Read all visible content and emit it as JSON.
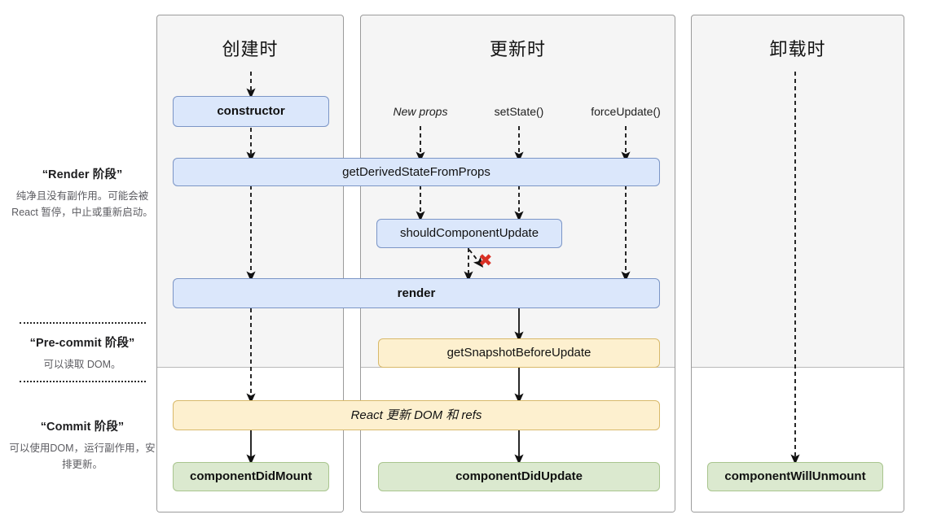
{
  "legend": [
    {
      "id": "render-phase",
      "title": "“Render 阶段”",
      "body": "纯净且没有副作用。可能会被 React 暂停，中止或重新启动。"
    },
    {
      "id": "pre-commit-phase",
      "title": "“Pre-commit 阶段”",
      "body": "可以读取 DOM。"
    },
    {
      "id": "commit-phase",
      "title": "“Commit 阶段”",
      "body": "可以使用DOM，运行副作用，安排更新。"
    }
  ],
  "columns": [
    {
      "id": "mounting",
      "title": "创建时"
    },
    {
      "id": "updating",
      "title": "更新时"
    },
    {
      "id": "unmounting",
      "title": "卸载时"
    }
  ],
  "triggers": [
    {
      "id": "new-props",
      "label": "New props",
      "italic": true
    },
    {
      "id": "set-state",
      "label": "setState()",
      "italic": false
    },
    {
      "id": "force-update",
      "label": "forceUpdate()",
      "italic": false
    }
  ],
  "nodes": [
    {
      "id": "constructor",
      "label": "constructor",
      "color": "blue",
      "bold": true,
      "italic": false
    },
    {
      "id": "get-derived-state",
      "label": "getDerivedStateFromProps",
      "color": "blue",
      "bold": false,
      "italic": false
    },
    {
      "id": "should-component-update",
      "label": "shouldComponentUpdate",
      "color": "blue",
      "bold": false,
      "italic": false
    },
    {
      "id": "render",
      "label": "render",
      "color": "blue",
      "bold": true,
      "italic": false
    },
    {
      "id": "get-snapshot-before-update",
      "label": "getSnapshotBeforeUpdate",
      "color": "yellow",
      "bold": false,
      "italic": false
    },
    {
      "id": "react-updates-dom",
      "label": "React 更新 DOM 和 refs",
      "color": "yellow",
      "bold": false,
      "italic": true
    },
    {
      "id": "component-did-mount",
      "label": "componentDidMount",
      "color": "green",
      "bold": true,
      "italic": false
    },
    {
      "id": "component-did-update",
      "label": "componentDidUpdate",
      "color": "green",
      "bold": true,
      "italic": false
    },
    {
      "id": "component-will-unmount",
      "label": "componentWillUnmount",
      "color": "green",
      "bold": true,
      "italic": false
    }
  ],
  "annotations": {
    "abort-mark": "✖"
  },
  "colors": {
    "render_box": "#dbe7fb",
    "render_border": "#7b95c6",
    "commit_box": "#fdf0cf",
    "commit_border": "#d8b96a",
    "lifecycle_box": "#dbe9cf",
    "lifecycle_border": "#a9c58e",
    "panel_bg": "#f5f5f5",
    "panel_border": "#9b9b9b",
    "abort_mark": "#d93025"
  }
}
